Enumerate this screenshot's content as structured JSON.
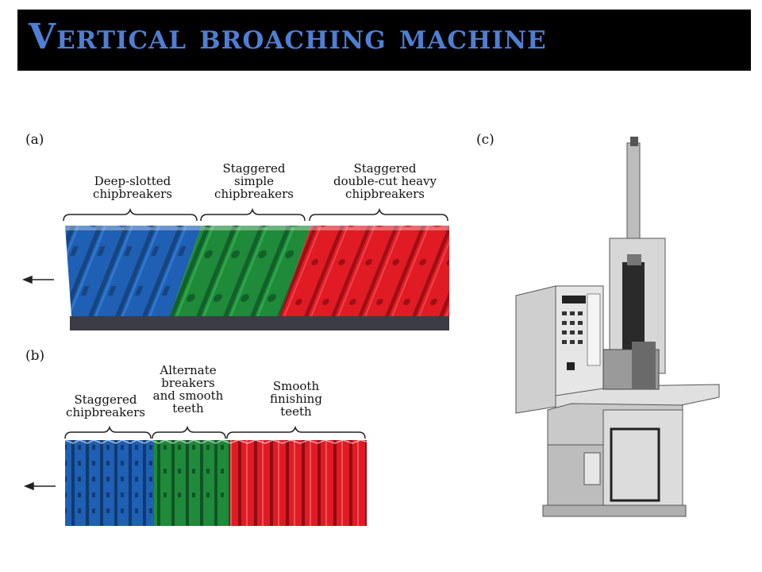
{
  "title": "Vertical broaching machine",
  "panels": {
    "a": {
      "letter": "(a)",
      "labels": [
        "Deep-slotted\nchipbreakers",
        "Staggered\nsimple\nchipbreakers",
        "Staggered\ndouble-cut heavy\nchipbreakers"
      ]
    },
    "b": {
      "letter": "(b)",
      "labels": [
        "Staggered\nchipbreakers",
        "Alternate\nbreakers\nand smooth\nteeth",
        "Smooth\nfinishing\nteeth"
      ]
    },
    "c": {
      "letter": "(c)"
    }
  },
  "colors": {
    "title_bg": "#000000",
    "title_text": "#4f7fd4",
    "blue": "#1f5fb4",
    "green": "#1f8a3a",
    "red": "#e01b24",
    "base": "#3c3c46"
  }
}
